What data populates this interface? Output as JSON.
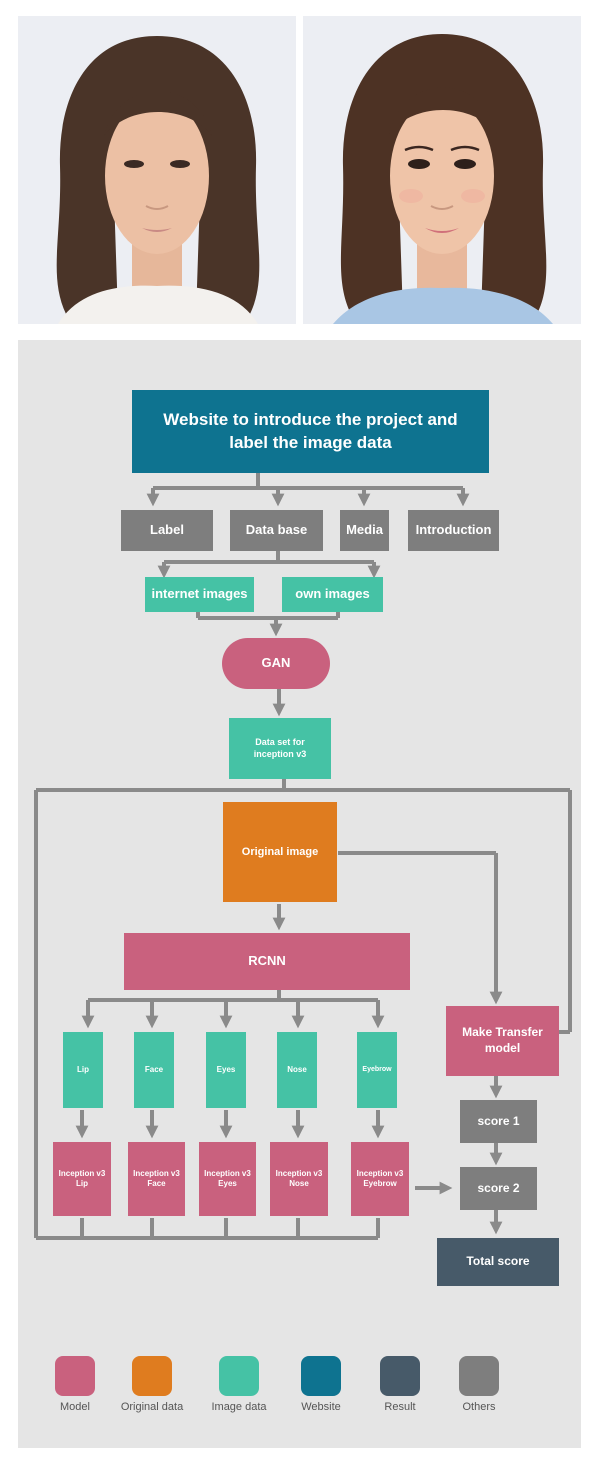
{
  "title": "Website to introduce the project and label the image data",
  "website_sections": [
    "Label",
    "Data base",
    "Media",
    "Introduction"
  ],
  "image_sources": [
    "internet images",
    "own images"
  ],
  "gan": "GAN",
  "dataset": "Data set for inception v3",
  "original_image": "Original image",
  "rcnn": "RCNN",
  "transfer_model": "Make Transfer model",
  "features": [
    "Lip",
    "Face",
    "Eyes",
    "Nose",
    "Eyebrow"
  ],
  "inception_models": [
    {
      "line1": "Inception v3",
      "line2": "Lip"
    },
    {
      "line1": "Inception v3",
      "line2": "Face"
    },
    {
      "line1": "Inception v3",
      "line2": "Eyes"
    },
    {
      "line1": "Inception v3",
      "line2": "Nose"
    },
    {
      "line1": "Inception v3",
      "line2": "Eyebrow"
    }
  ],
  "scores": [
    "score 1",
    "score 2"
  ],
  "total_score": "Total score",
  "legend": [
    {
      "label": "Model",
      "color": "#c9617e"
    },
    {
      "label": "Original data",
      "color": "#df7c1f"
    },
    {
      "label": "Image data",
      "color": "#45c2a5"
    },
    {
      "label": "Website",
      "color": "#0e7390"
    },
    {
      "label": "Result",
      "color": "#475a69"
    },
    {
      "label": "Others",
      "color": "#7e7e7e"
    }
  ],
  "colors": {
    "background": "#e5e5e5",
    "connector": "#8a8a8a"
  }
}
